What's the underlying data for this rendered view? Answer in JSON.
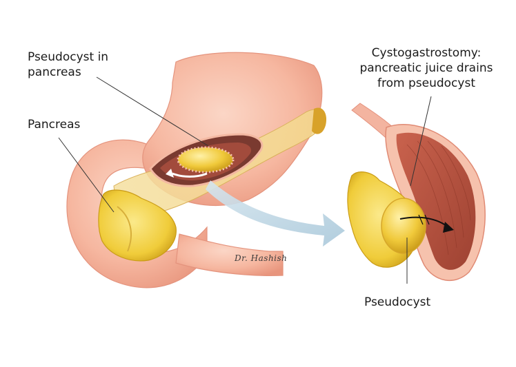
{
  "labels": {
    "pseudocyst_in_pancreas_line1": "Pseudocyst in",
    "pseudocyst_in_pancreas_line2": "pancreas",
    "pancreas": "Pancreas",
    "cystogastrostomy_line1": "Cystogastrostomy:",
    "cystogastrostomy_line2": "pancreatic juice drains",
    "cystogastrostomy_line3": "from pseudocyst",
    "pseudocyst": "Pseudocyst"
  },
  "signature": "Dr. Hashish",
  "colors": {
    "stomach": "#f6b7a0",
    "stomach_dark": "#e48f7a",
    "pancreas": "#f2d24a",
    "pancreas_dark": "#caa11e",
    "muscle": "#b5523f",
    "arrow": "#b8d3e3",
    "leader": "#333333"
  }
}
